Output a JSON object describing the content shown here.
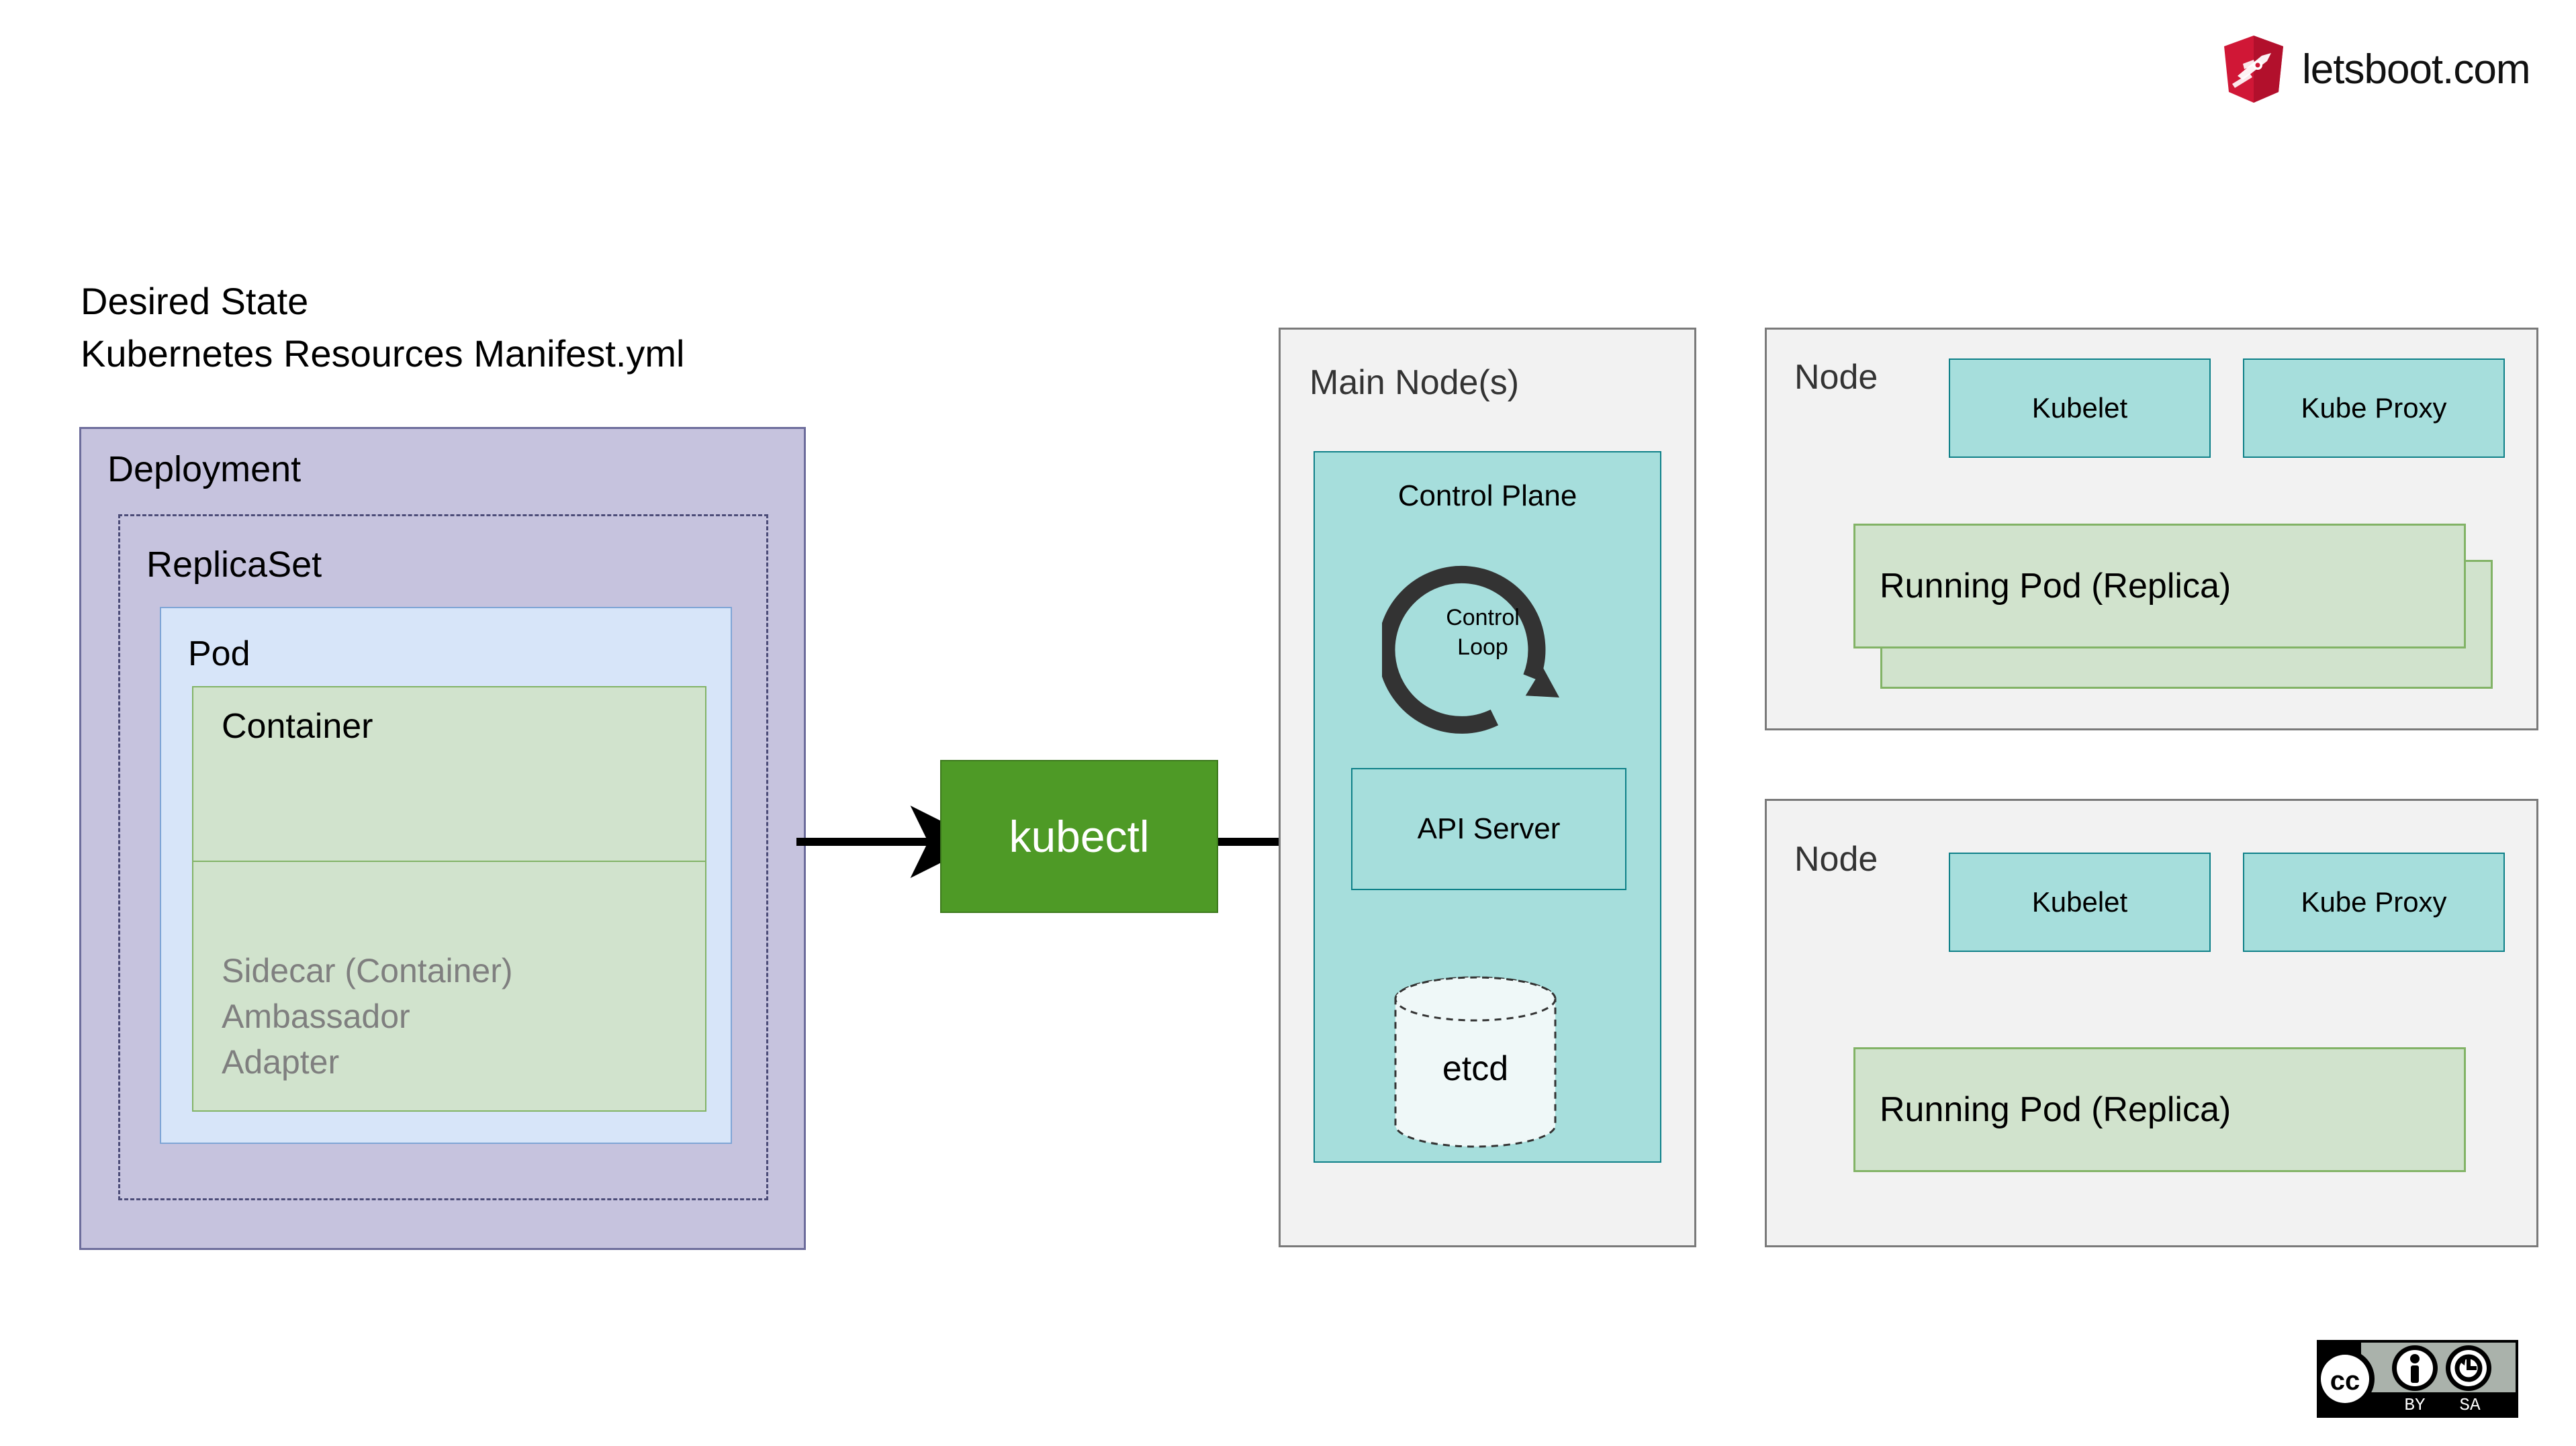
{
  "brand": {
    "name": "letsboot.com",
    "logo_icon": "letsboot-shield-icon",
    "logo_color": "#C4122F"
  },
  "diagram": {
    "title_line1": "Desired State",
    "title_line2": "Kubernetes Resources Manifest.yml",
    "title_block": "Desired State\nKubernetes Resources Manifest.yml"
  },
  "desired_state": {
    "deployment_label": "Deployment",
    "replicaset_label": "ReplicaSet",
    "pod_label": "Pod",
    "container_label": "Container",
    "sidecar_lines": "Sidecar (Container)\nAmbassador\nAdapter",
    "sidecar_line1": "Sidecar (Container)",
    "sidecar_line2": "Ambassador",
    "sidecar_line3": "Adapter"
  },
  "cli": {
    "kubectl_label": "kubectl"
  },
  "main_node": {
    "title": "Main Node(s)",
    "control_plane_label": "Control Plane",
    "control_loop_label": "Control\nLoop",
    "api_server_label": "API Server",
    "etcd_label": "etcd"
  },
  "worker_nodes": [
    {
      "title": "Node",
      "kubelet_label": "Kubelet",
      "kube_proxy_label": "Kube Proxy",
      "pod_label": "Running Pod (Replica)",
      "pod_count": 2
    },
    {
      "title": "Node",
      "kubelet_label": "Kubelet",
      "kube_proxy_label": "Kube Proxy",
      "pod_label": "Running Pod (Replica)",
      "pod_count": 1
    }
  ],
  "license": {
    "badge": "CC BY-SA",
    "cc_text": "cc",
    "by_text": "BY",
    "sa_text": "SA"
  },
  "colors": {
    "deployment_fill": "#C6C3DE",
    "deployment_stroke": "#6C6C9B",
    "replicaset_stroke": "#4C4C78",
    "pod_fill": "#D7E5F9",
    "pod_stroke": "#7FA5D6",
    "container_fill": "#D1E3CD",
    "container_stroke": "#82B366",
    "sidecar_text": "#7F7F7F",
    "kubectl_fill": "#4E9A26",
    "node_panel_fill": "#F2F2F2",
    "node_panel_stroke": "#7A7A7A",
    "control_plane_fill": "#A6DEDC",
    "control_plane_stroke": "#0E8088",
    "etcd_fill": "#EFF8F8",
    "arrow": "#000000"
  }
}
